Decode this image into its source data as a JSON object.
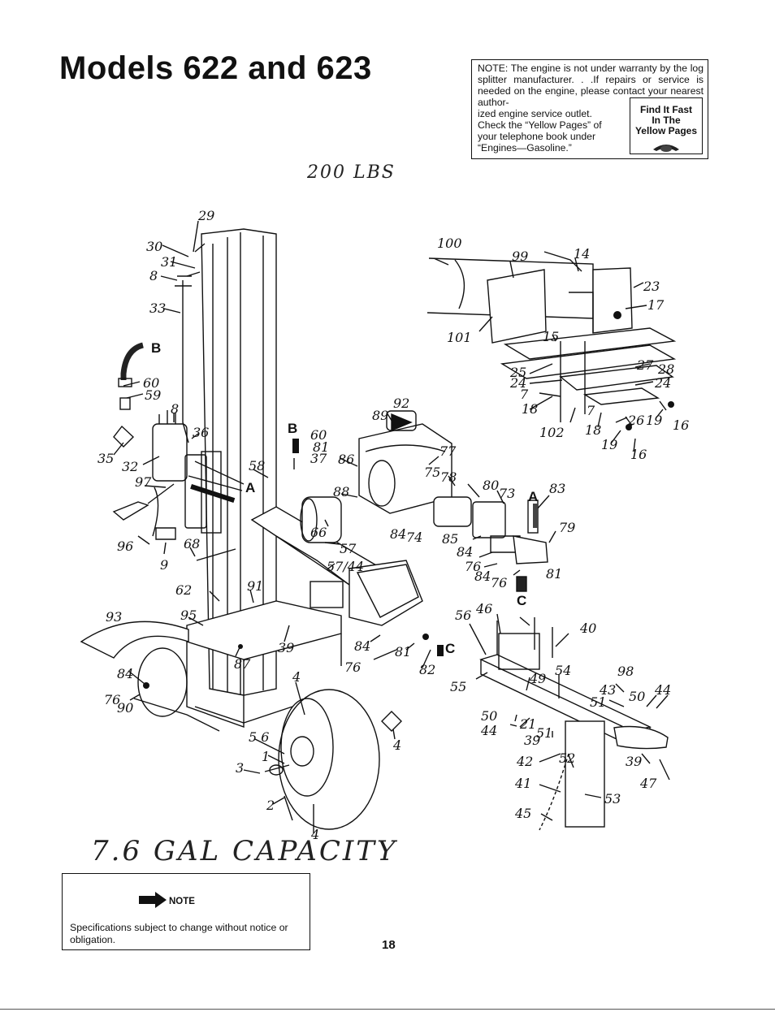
{
  "title": "Models 622 and 623",
  "warranty_note": {
    "text": "NOTE: The engine is not under warranty by the log splitter manufacturer. . .If repairs or service is needed on the engine, please contact your nearest author-",
    "text2": "ized engine service outlet.",
    "text3": "Check the “Yellow Pages” of",
    "text4": "your telephone book under",
    "text5": "“Engines—Gasoline.”",
    "yellow_pages_line1": "Find It Fast",
    "yellow_pages_line2": "In The",
    "yellow_pages_line3": "Yellow Pages"
  },
  "handwritten": {
    "weight": "200 LBS",
    "capacity": "7.6 GAL CAPACITY"
  },
  "callouts": [
    {
      "id": "c29",
      "text": "29"
    },
    {
      "id": "c30",
      "text": "30"
    },
    {
      "id": "c31",
      "text": "31"
    },
    {
      "id": "c8a",
      "text": "8"
    },
    {
      "id": "c33",
      "text": "33"
    },
    {
      "id": "cB1",
      "text": "B"
    },
    {
      "id": "c60a",
      "text": "60"
    },
    {
      "id": "c59",
      "text": "59"
    },
    {
      "id": "c8b",
      "text": "8"
    },
    {
      "id": "c36",
      "text": "36"
    },
    {
      "id": "c35",
      "text": "35"
    },
    {
      "id": "c32",
      "text": "32"
    },
    {
      "id": "c97",
      "text": "97"
    },
    {
      "id": "c96",
      "text": "96"
    },
    {
      "id": "c9",
      "text": "9"
    },
    {
      "id": "c68",
      "text": "68"
    },
    {
      "id": "c58",
      "text": "58"
    },
    {
      "id": "cA1",
      "text": "A"
    },
    {
      "id": "cB2",
      "text": "B"
    },
    {
      "id": "c60b",
      "text": "60"
    },
    {
      "id": "c81a",
      "text": "81"
    },
    {
      "id": "c37",
      "text": "37"
    },
    {
      "id": "c86",
      "text": "86"
    },
    {
      "id": "c88",
      "text": "88"
    },
    {
      "id": "c66",
      "text": "66"
    },
    {
      "id": "c57",
      "text": "57"
    },
    {
      "id": "c5744",
      "text": "57/44"
    },
    {
      "id": "c62",
      "text": "62"
    },
    {
      "id": "c91",
      "text": "91"
    },
    {
      "id": "c93",
      "text": "93"
    },
    {
      "id": "c95",
      "text": "95"
    },
    {
      "id": "c39a",
      "text": "39"
    },
    {
      "id": "c87",
      "text": "87"
    },
    {
      "id": "c84a",
      "text": "84"
    },
    {
      "id": "c76a",
      "text": "76"
    },
    {
      "id": "c90",
      "text": "90"
    },
    {
      "id": "c89",
      "text": "89"
    },
    {
      "id": "c92",
      "text": "92"
    },
    {
      "id": "c77",
      "text": "77"
    },
    {
      "id": "c75",
      "text": "75"
    },
    {
      "id": "c78",
      "text": "78"
    },
    {
      "id": "c80",
      "text": "80"
    },
    {
      "id": "c73",
      "text": "73"
    },
    {
      "id": "cA2",
      "text": "A"
    },
    {
      "id": "c83",
      "text": "83"
    },
    {
      "id": "c79",
      "text": "79"
    },
    {
      "id": "c84b",
      "text": "84"
    },
    {
      "id": "c74",
      "text": "74"
    },
    {
      "id": "c85",
      "text": "85"
    },
    {
      "id": "c84c",
      "text": "84"
    },
    {
      "id": "c76b",
      "text": "76"
    },
    {
      "id": "c84d",
      "text": "84"
    },
    {
      "id": "c76c",
      "text": "76"
    },
    {
      "id": "c81b",
      "text": "81"
    },
    {
      "id": "cC1",
      "text": "C"
    },
    {
      "id": "c100",
      "text": "100"
    },
    {
      "id": "c99",
      "text": "99"
    },
    {
      "id": "c14",
      "text": "14"
    },
    {
      "id": "c23",
      "text": "23"
    },
    {
      "id": "c17",
      "text": "17"
    },
    {
      "id": "c101",
      "text": "101"
    },
    {
      "id": "c15",
      "text": "15"
    },
    {
      "id": "c25",
      "text": "25"
    },
    {
      "id": "c24a",
      "text": "24"
    },
    {
      "id": "c27",
      "text": "27"
    },
    {
      "id": "c28",
      "text": "28"
    },
    {
      "id": "c24b",
      "text": "24"
    },
    {
      "id": "c7a",
      "text": "7"
    },
    {
      "id": "c18a",
      "text": "18"
    },
    {
      "id": "c102",
      "text": "102"
    },
    {
      "id": "c7b",
      "text": "7"
    },
    {
      "id": "c18b",
      "text": "18"
    },
    {
      "id": "c26",
      "text": "26"
    },
    {
      "id": "c19a",
      "text": "19"
    },
    {
      "id": "c16a",
      "text": "16"
    },
    {
      "id": "c19b",
      "text": "19"
    },
    {
      "id": "c16b",
      "text": "16"
    },
    {
      "id": "c84e",
      "text": "84"
    },
    {
      "id": "c81c",
      "text": "81"
    },
    {
      "id": "cC2",
      "text": "C"
    },
    {
      "id": "c76d",
      "text": "76"
    },
    {
      "id": "c82",
      "text": "82"
    },
    {
      "id": "c56",
      "text": "56"
    },
    {
      "id": "c46",
      "text": "46"
    },
    {
      "id": "c40",
      "text": "40"
    },
    {
      "id": "c55",
      "text": "55"
    },
    {
      "id": "c49",
      "text": "49"
    },
    {
      "id": "c54",
      "text": "54"
    },
    {
      "id": "c98",
      "text": "98"
    },
    {
      "id": "c43",
      "text": "43"
    },
    {
      "id": "c51a",
      "text": "51"
    },
    {
      "id": "c50a",
      "text": "50"
    },
    {
      "id": "c44a",
      "text": "44"
    },
    {
      "id": "c50b",
      "text": "50"
    },
    {
      "id": "c44b",
      "text": "44"
    },
    {
      "id": "c21",
      "text": "21"
    },
    {
      "id": "c51b",
      "text": "51"
    },
    {
      "id": "c39b",
      "text": "39"
    },
    {
      "id": "c42",
      "text": "42"
    },
    {
      "id": "c52",
      "text": "52"
    },
    {
      "id": "c39c",
      "text": "39"
    },
    {
      "id": "c47",
      "text": "47"
    },
    {
      "id": "c41",
      "text": "41"
    },
    {
      "id": "c53",
      "text": "53"
    },
    {
      "id": "c45",
      "text": "45"
    },
    {
      "id": "c4a",
      "text": "4"
    },
    {
      "id": "c4b",
      "text": "4"
    },
    {
      "id": "c56w",
      "text": "5 6"
    },
    {
      "id": "c1",
      "text": "1"
    },
    {
      "id": "c3",
      "text": "3"
    },
    {
      "id": "c2",
      "text": "2"
    },
    {
      "id": "c4c",
      "text": "4"
    }
  ],
  "note_box": {
    "label": "NOTE",
    "body": "Specifications subject to change without notice or obligation."
  },
  "page_number": "18"
}
